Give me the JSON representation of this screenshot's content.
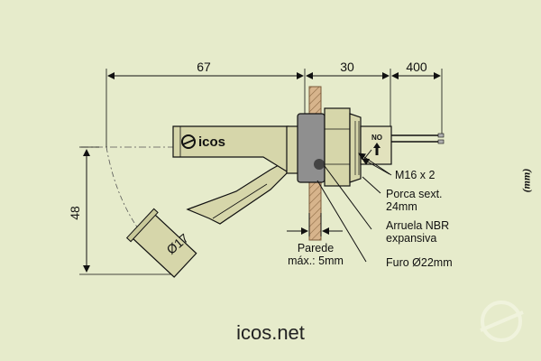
{
  "dimensions": {
    "length_67": "67",
    "length_30": "30",
    "length_400": "400",
    "height_48": "48",
    "diameter_17": "Ø17"
  },
  "brand": {
    "device_logo": "icos",
    "nut_marking": "NO"
  },
  "callouts": {
    "thread": "M16 x 2",
    "nut_line1": "Porca sext.",
    "nut_line2": "24mm",
    "washer_line1": "Arruela NBR",
    "washer_line2": "expansiva",
    "hole": "Furo Ø22mm",
    "wall_line1": "Parede",
    "wall_line2": "máx.: 5mm"
  },
  "units": "(mm)",
  "footer": {
    "site": "icos.net"
  },
  "colors": {
    "background": "#e6ebcb",
    "body": "#d6d6aa",
    "washer": "#8f8f8f",
    "wall_hatch": "#c9a278",
    "line": "#111111"
  }
}
